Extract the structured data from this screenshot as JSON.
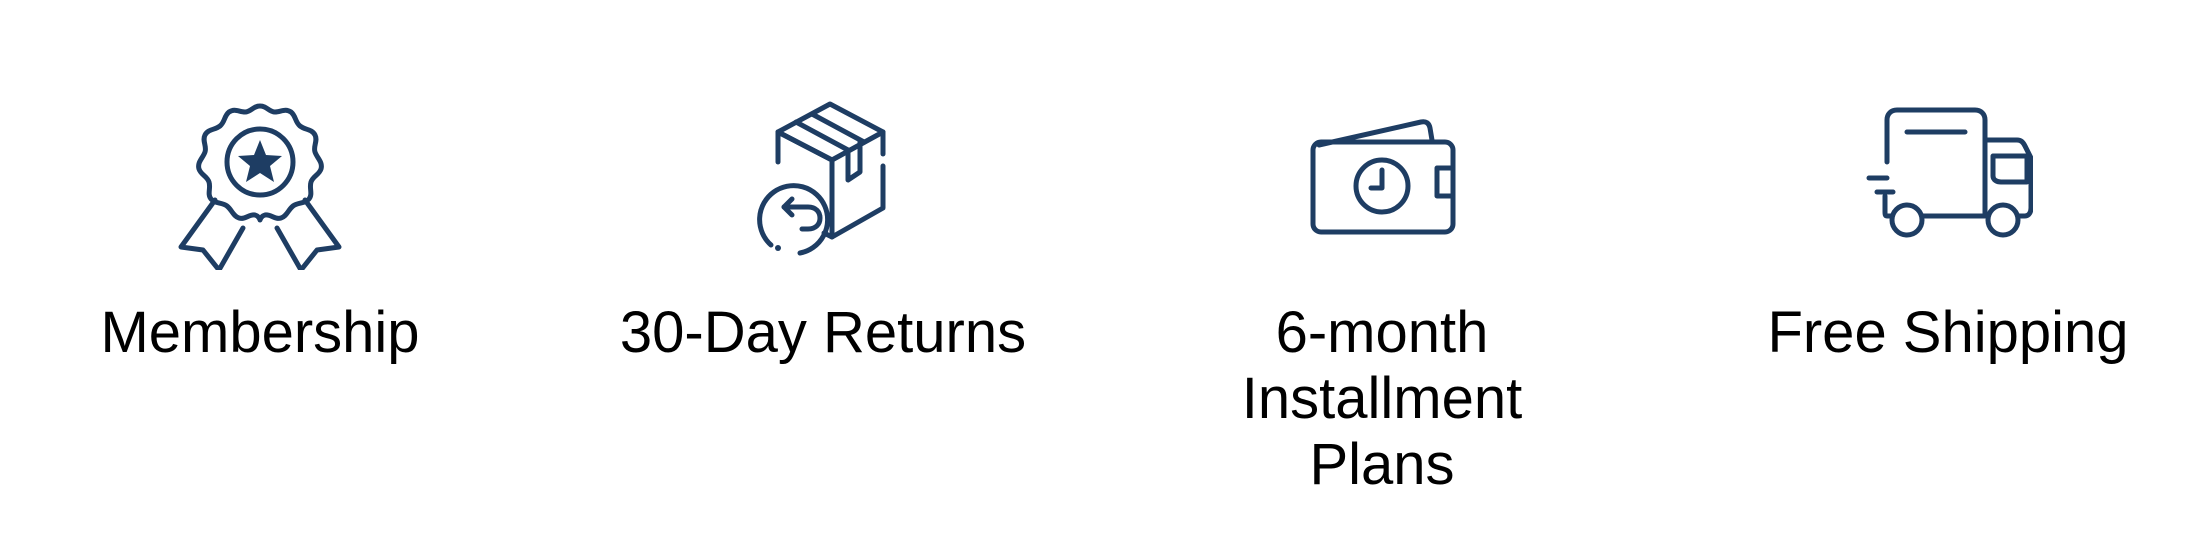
{
  "accent_color": "#1e3d63",
  "features": [
    {
      "label": "Membership",
      "icon": "award-ribbon-icon"
    },
    {
      "label": "30-Day Returns",
      "icon": "box-return-icon"
    },
    {
      "label": "6-month Installment Plans",
      "icon": "wallet-clock-icon"
    },
    {
      "label": "Free Shipping",
      "icon": "delivery-truck-icon"
    }
  ]
}
